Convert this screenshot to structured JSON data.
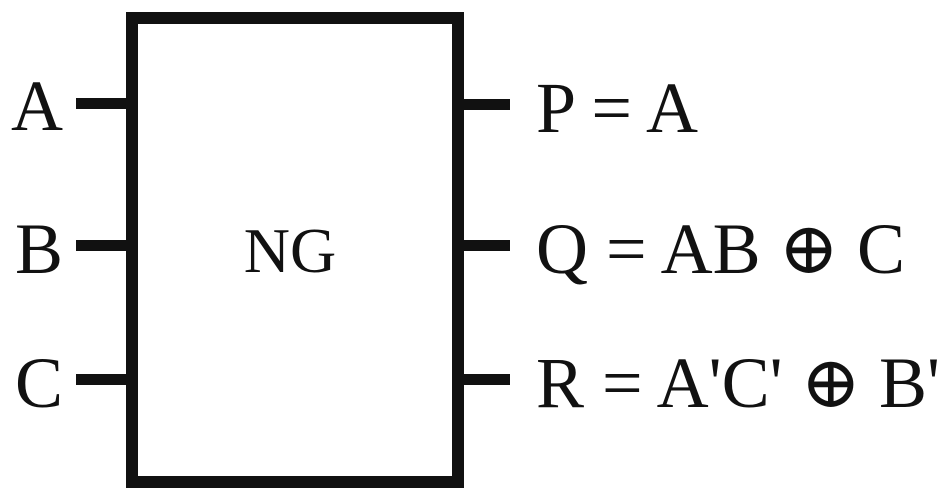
{
  "gate": {
    "name": "NG"
  },
  "inputs": [
    {
      "label": "A"
    },
    {
      "label": "B"
    },
    {
      "label": "C"
    }
  ],
  "outputs": [
    {
      "label": "P = A"
    },
    {
      "label": "Q = AB ⊕ C"
    },
    {
      "label": "R = A'C' ⊕ B'"
    }
  ]
}
